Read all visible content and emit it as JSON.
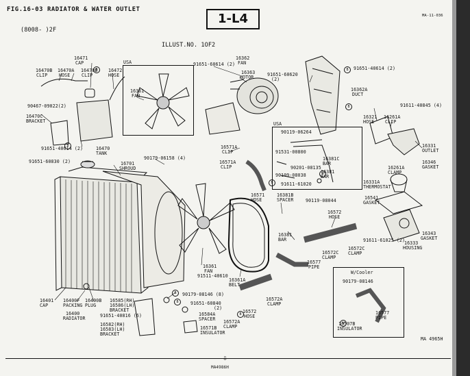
{
  "header": {
    "fig_title": "FIG.16-03 RADIATOR & WATER OUTLET",
    "models": "(8008-     )2F",
    "page_ref": "1-L4",
    "illust_no": "ILLUST.NO. 1OF2",
    "code_top_right": "MA-11-036",
    "code_bottom_right": "MA 4965H",
    "code_bottom_center": "MA4986H"
  },
  "boxes": {
    "usa_left": "USA",
    "usa_right": "USA",
    "cooler": "W/Cooler"
  },
  "labels": [
    {
      "id": "l16471",
      "text": "16471"
    },
    {
      "id": "l16471n",
      "text": "CAP"
    },
    {
      "id": "l16470B1",
      "text": "16470B"
    },
    {
      "id": "l16470B1n",
      "text": "CLIP"
    },
    {
      "id": "l16470A",
      "text": "16470A"
    },
    {
      "id": "l16470An",
      "text": "HOSE"
    },
    {
      "id": "l16470B2",
      "text": "16470B"
    },
    {
      "id": "l16470B2n",
      "text": "CLIP"
    },
    {
      "id": "l16472",
      "text": "16472"
    },
    {
      "id": "l16472n",
      "text": "HOSE"
    },
    {
      "id": "l90467",
      "text": "90467-09022(2)"
    },
    {
      "id": "l16470C",
      "text": "16470C"
    },
    {
      "id": "l16470Cn",
      "text": "BRACKET"
    },
    {
      "id": "l91651a",
      "text": "91651-40614 (2)"
    },
    {
      "id": "l16470",
      "text": "16470"
    },
    {
      "id": "l16470n",
      "text": "TANK"
    },
    {
      "id": "l16361a",
      "text": "16361"
    },
    {
      "id": "l16361an",
      "text": "FAN"
    },
    {
      "id": "l91651b",
      "text": "91651-60614 (2)"
    },
    {
      "id": "l16362",
      "text": "16362"
    },
    {
      "id": "l16362n",
      "text": "FAN"
    },
    {
      "id": "l16363",
      "text": "16363"
    },
    {
      "id": "l16363n",
      "text": "MOTOR"
    },
    {
      "id": "l91651c",
      "text": "91651-60620"
    },
    {
      "id": "l91651cq",
      "text": "(2)"
    },
    {
      "id": "l91651d",
      "text": "91651-40614 (2)"
    },
    {
      "id": "l16362A",
      "text": "16362A"
    },
    {
      "id": "l16362An",
      "text": "DUCT"
    },
    {
      "id": "l91611",
      "text": "91611-40845 (4)"
    },
    {
      "id": "l16321",
      "text": "16321"
    },
    {
      "id": "l16321n",
      "text": "HOSE"
    },
    {
      "id": "l16261A1",
      "text": "16261A"
    },
    {
      "id": "l16261A1n",
      "text": "CLIP"
    },
    {
      "id": "l16331",
      "text": "16331"
    },
    {
      "id": "l16331n",
      "text": "OUTLET"
    },
    {
      "id": "l16346",
      "text": "16346"
    },
    {
      "id": "l16346n",
      "text": "GASKET"
    },
    {
      "id": "l16261A2",
      "text": "16261A"
    },
    {
      "id": "l16261A2n",
      "text": "CLAMP"
    },
    {
      "id": "l16331A",
      "text": "16331A"
    },
    {
      "id": "l16331An",
      "text": "THERMOSTAT"
    },
    {
      "id": "l90119a",
      "text": "90119-06264"
    },
    {
      "id": "l91531",
      "text": "91531-00800"
    },
    {
      "id": "l16381C",
      "text": "16381C"
    },
    {
      "id": "l16381Cn",
      "text": "BAR"
    },
    {
      "id": "l90201",
      "text": "90201-08135"
    },
    {
      "id": "l16381",
      "text": "16381"
    },
    {
      "id": "l16381n",
      "text": "BAR"
    },
    {
      "id": "l90109",
      "text": "90109-08038"
    },
    {
      "id": "l91611b",
      "text": "91611-61020"
    },
    {
      "id": "l91651e",
      "text": "91651-60830 (2)"
    },
    {
      "id": "l16701",
      "text": "16701"
    },
    {
      "id": "l16701n",
      "text": "SHROUD"
    },
    {
      "id": "l90179a",
      "text": "90179-06158 (4)"
    },
    {
      "id": "l16571A1",
      "text": "16571A"
    },
    {
      "id": "l16571A1n",
      "text": "CLIP"
    },
    {
      "id": "l16571A2",
      "text": "16571A"
    },
    {
      "id": "l16571A2n",
      "text": "CLIP"
    },
    {
      "id": "l16571",
      "text": "16571"
    },
    {
      "id": "l16571n",
      "text": "HOSE"
    },
    {
      "id": "l16381B",
      "text": "16381B"
    },
    {
      "id": "l16381Bn",
      "text": "SPACER"
    },
    {
      "id": "l90119b",
      "text": "90119-08044"
    },
    {
      "id": "l16541",
      "text": "16541"
    },
    {
      "id": "l16541n",
      "text": "GASKET"
    },
    {
      "id": "l16572",
      "text": "16572"
    },
    {
      "id": "l16572n",
      "text": "HOSE"
    },
    {
      "id": "l16381b2",
      "text": "16381"
    },
    {
      "id": "l16381b2n",
      "text": "BAR"
    },
    {
      "id": "l91611c",
      "text": "91611-61025 (2)"
    },
    {
      "id": "l16343",
      "text": "16343"
    },
    {
      "id": "l16343n",
      "text": "GASKET"
    },
    {
      "id": "l16333",
      "text": "16333"
    },
    {
      "id": "l16333n",
      "text": "HOUSING"
    },
    {
      "id": "l16572C1",
      "text": "16572C"
    },
    {
      "id": "l16572C1n",
      "text": "CLAMP"
    },
    {
      "id": "l16572C2",
      "text": "16572C"
    },
    {
      "id": "l16572C2n",
      "text": "CLAMP"
    },
    {
      "id": "l16577",
      "text": "16577"
    },
    {
      "id": "l16577n",
      "text": "PIPE"
    },
    {
      "id": "l16401",
      "text": "16401"
    },
    {
      "id": "l16401n",
      "text": "CAP"
    },
    {
      "id": "l16400F",
      "text": "16400F"
    },
    {
      "id": "l16400Fn",
      "text": "PACKING"
    },
    {
      "id": "l16400B",
      "text": "16400B"
    },
    {
      "id": "l16400Bn",
      "text": "PLUG"
    },
    {
      "id": "l16400",
      "text": "16400"
    },
    {
      "id": "l16400n",
      "text": "RADIATOR"
    },
    {
      "id": "l16361b",
      "text": "16361"
    },
    {
      "id": "l16361bn",
      "text": "FAN"
    },
    {
      "id": "l91511",
      "text": "91511-40610"
    },
    {
      "id": "l16361A",
      "text": "16361A"
    },
    {
      "id": "l16361An",
      "text": "BELT"
    },
    {
      "id": "l16585",
      "text": "16585(RH)"
    },
    {
      "id": "l16586",
      "text": "16586(LH)"
    },
    {
      "id": "l16585n",
      "text": "BRACKET"
    },
    {
      "id": "l90179b",
      "text": "90179-08146 (8)"
    },
    {
      "id": "l91651f",
      "text": "91651-60840"
    },
    {
      "id": "l91651fq",
      "text": "(2)"
    },
    {
      "id": "l91651g",
      "text": "91651-40816 (6)"
    },
    {
      "id": "l16584A",
      "text": "16584A"
    },
    {
      "id": "l16584An",
      "text": "SPACER"
    },
    {
      "id": "l16582",
      "text": "16582(RH)"
    },
    {
      "id": "l16583",
      "text": "16583(LH)"
    },
    {
      "id": "l16582n",
      "text": "BRACKET"
    },
    {
      "id": "l16571B",
      "text": "16571B"
    },
    {
      "id": "l16571Bn",
      "text": "INSULATOR"
    },
    {
      "id": "l16572A1",
      "text": "16572A"
    },
    {
      "id": "l16572A1n",
      "text": "CLAMP"
    },
    {
      "id": "l16572A2",
      "text": "16572A"
    },
    {
      "id": "l16572A2n",
      "text": "CLAMP"
    },
    {
      "id": "l16572b",
      "text": "16572"
    },
    {
      "id": "l16572bn",
      "text": "HOSE"
    },
    {
      "id": "l90179c",
      "text": "90179-08146"
    },
    {
      "id": "l16577b",
      "text": "16577"
    },
    {
      "id": "l16577bn",
      "text": "PIPE"
    },
    {
      "id": "l16507B",
      "text": "16507B"
    },
    {
      "id": "l16507Bn",
      "text": "INSULATOR"
    }
  ]
}
